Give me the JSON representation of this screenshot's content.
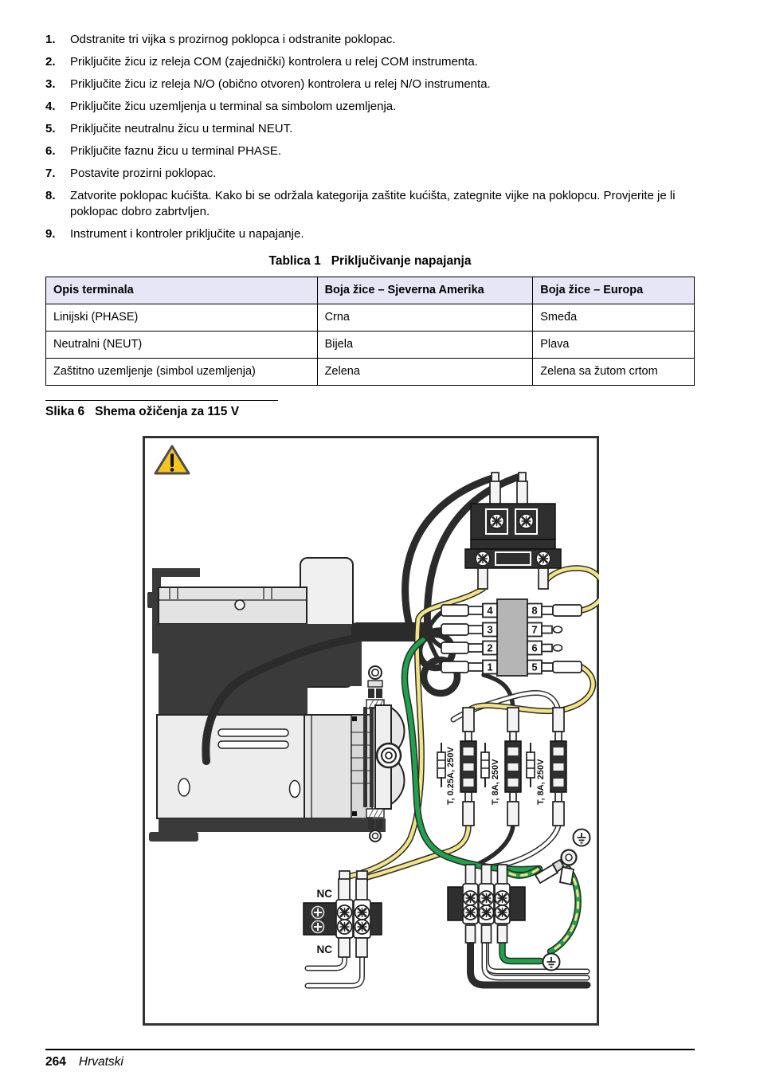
{
  "steps": [
    {
      "num": "1.",
      "text": "Odstranite tri vijka s prozirnog poklopca i odstranite poklopac."
    },
    {
      "num": "2.",
      "text": "Priključite žicu iz releja COM (zajednički) kontrolera u relej COM instrumenta."
    },
    {
      "num": "3.",
      "text": "Priključite žicu iz releja N/O (obično otvoren) kontrolera u relej N/O instrumenta."
    },
    {
      "num": "4.",
      "text": "Priključite žicu uzemljenja u terminal sa simbolom uzemljenja."
    },
    {
      "num": "5.",
      "text": "Priključite neutralnu žicu u terminal NEUT."
    },
    {
      "num": "6.",
      "text": "Priključite faznu žicu u terminal PHASE."
    },
    {
      "num": "7.",
      "text": "Postavite prozirni poklopac."
    },
    {
      "num": "8.",
      "text": "Zatvorite poklopac kućišta. Kako bi se održala kategorija zaštite kućišta, zategnite vijke na poklopcu. Provjerite je li poklopac dobro zabrtvljen."
    },
    {
      "num": "9.",
      "text": "Instrument i kontroler priključite u napajanje."
    }
  ],
  "table": {
    "label": "Tablica 1",
    "title": "Priključivanje napajanja",
    "headers": [
      "Opis terminala",
      "Boja žice – Sjeverna Amerika",
      "Boja žice – Europa"
    ],
    "rows": [
      [
        "Linijski (PHASE)",
        "Crna",
        "Smeđa"
      ],
      [
        "Neutralni (NEUT)",
        "Bijela",
        "Plava"
      ],
      [
        "Zaštitno uzemljenje (simbol uzemljenja)",
        "Zelena",
        "Zelena sa žutom crtom"
      ]
    ]
  },
  "figure": {
    "label": "Slika 6",
    "title": "Shema ožičenja za 115 V",
    "pins_left": [
      "4",
      "3",
      "2",
      "1"
    ],
    "pins_right": [
      "8",
      "7",
      "6",
      "5"
    ],
    "fuses": [
      "T, 0.25A, 250V",
      "T, 8A, 250V",
      "T, 8A, 250V"
    ],
    "nc_top": "NC",
    "nc_bottom": "NC",
    "colors": {
      "wire_black": "#2b2b2b",
      "wire_yellow": "#f2e483",
      "wire_green": "#1ea24d",
      "wire_white": "#ffffff",
      "warning_yellow": "#f6c51f",
      "table_header_bg": "#e6e6f7"
    }
  },
  "footer": {
    "page_number": "264",
    "language": "Hrvatski"
  }
}
